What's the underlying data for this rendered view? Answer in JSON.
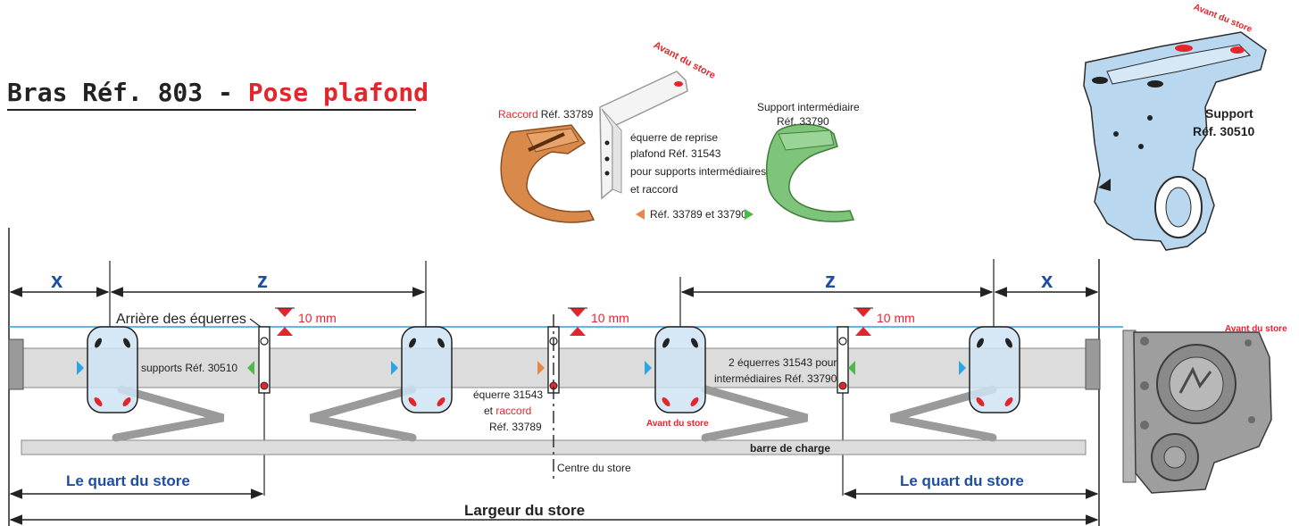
{
  "title": {
    "main": "Bras Réf. 803 - ",
    "accent": "Pose plafond"
  },
  "colors": {
    "accent_red": "#e3262c",
    "blue_text": "#1f4ea1",
    "cyan_line": "#2aa3d8",
    "bracket_fill": "#cfe4f5",
    "raccord_orange": "#d98a4a",
    "support_green": "#7ec47a",
    "rail_grey": "#dcdcdc",
    "arm_grey": "#9a9a9a"
  },
  "parts_top": {
    "raccord_label_red": "Raccord",
    "raccord_label_ref": "Réf. 33789",
    "equerre_front": "Avant du store",
    "equerre_line1": "équerre de reprise",
    "equerre_line2": "plafond Réf. 31543",
    "equerre_line3": "pour supports intermédiaires",
    "equerre_line4": "et raccord",
    "equerre_refs": "Réf. 33789 et 33790",
    "support_inter_line1": "Support intermédiaire",
    "support_inter_line2": "Réf. 33790",
    "support_front": "Avant du store",
    "support_label_line1": "Support",
    "support_label_line2": "Réf. 30510"
  },
  "diagram": {
    "dim_x": "x",
    "dim_z": "z",
    "arriere_equerres": "Arrière des équerres",
    "gap_10mm": "10 mm",
    "supports_ref": "supports Réf. 30510",
    "center_equerre_line1": "équerre 31543",
    "center_equerre_line2_a": "et ",
    "center_equerre_line2_b": "raccord",
    "center_equerre_line3": "Réf. 33789",
    "avant_du_store": "Avant du store",
    "two_equerres_line1": "2 équerres 31543 pour",
    "two_equerres_line2": "intermédiaires Réf. 33790",
    "barre_de_charge": "barre de charge",
    "centre_du_store": "Centre du store",
    "quart_left": "Le quart du store",
    "quart_right": "Le quart du store",
    "largeur": "Largeur du store",
    "side_front": "Avant du store"
  }
}
